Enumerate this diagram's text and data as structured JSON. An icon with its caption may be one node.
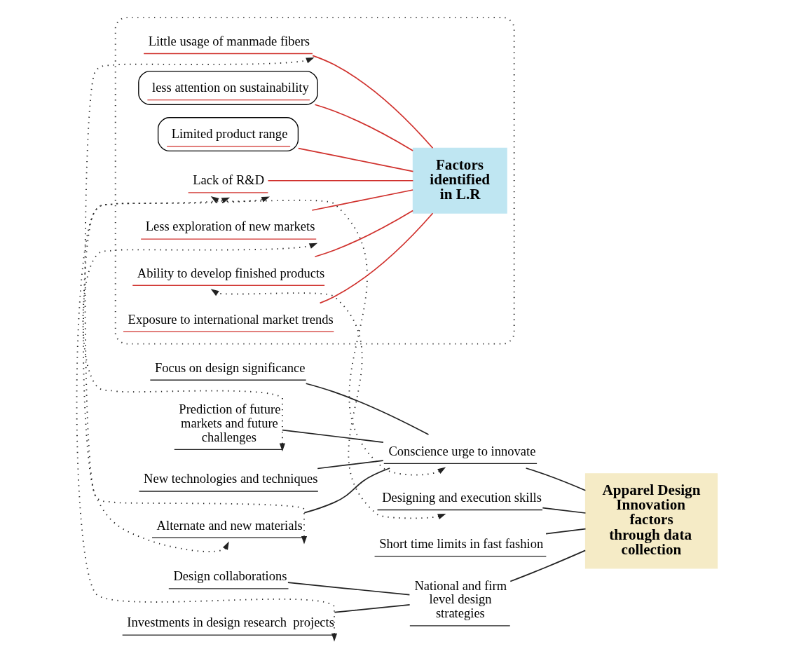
{
  "diagram": {
    "nodes": [
      {
        "text": [
          "Apparel Design Innovation factors through data collection"
        ]
      },
      {
        "text": [
          "Conscience urge to innovate"
        ]
      },
      {
        "text": [
          "Focus on design significance"
        ]
      },
      {
        "text": [
          "Prediction of future markets and future challenges"
        ]
      },
      {
        "text": [
          "New technologies and techniques"
        ]
      },
      {
        "text": [
          "Alternate and new materials"
        ]
      },
      {
        "text": [
          "Short time limits in fast fashion"
        ]
      },
      {
        "text": [
          "National and firm level design strategies"
        ]
      },
      {
        "text": [
          "Design collaborations"
        ]
      },
      {
        "text": [
          "Investments in design research  projects"
        ]
      },
      {
        "text": [
          "Designing and execution skills"
        ]
      },
      {
        "text": [],
        "shape": "box"
      },
      {
        "text": [
          "Factors identified in L.R"
        ],
        "in": 11
      },
      {
        "text": [
          "Little usage of manmade fibers"
        ],
        "in": 11
      },
      {
        "text": [
          "less attention on sustainability"
        ],
        "in": 11
      },
      {
        "text": [
          "Limited product range"
        ],
        "in": 11
      },
      {
        "text": [
          "Lack of R&D"
        ],
        "in": 11
      },
      {
        "text": [
          "Less exploration of new markets"
        ],
        "in": 11
      },
      {
        "text": [
          "Ability to develop finished products"
        ],
        "in": 11
      },
      {
        "text": [
          "Exposure to international market trends"
        ],
        "in": 11
      }
    ],
    "edges": [
      {
        "from": 1,
        "to": 0,
        "arrow": "none"
      },
      {
        "from": 6,
        "to": 0,
        "arrow": "none"
      },
      {
        "from": 7,
        "to": 0,
        "arrow": "none"
      },
      {
        "from": 10,
        "to": 0,
        "arrow": "none"
      },
      {
        "from": 2,
        "to": 1,
        "arrow": "none"
      },
      {
        "from": 3,
        "to": 1,
        "arrow": "none"
      },
      {
        "from": 4,
        "to": 1,
        "arrow": "none"
      },
      {
        "from": 5,
        "to": 1,
        "arrow": "none"
      },
      {
        "from": 8,
        "to": 7,
        "arrow": "none"
      },
      {
        "from": 9,
        "to": 7,
        "arrow": "none"
      },
      {
        "from": 13,
        "to": 12,
        "arrow": "none",
        "color": "#d0312d"
      },
      {
        "from": 14,
        "to": 12,
        "arrow": "none",
        "color": "#d0312d"
      },
      {
        "from": 15,
        "to": 12,
        "arrow": "none",
        "color": "#d0312d"
      },
      {
        "from": 16,
        "to": 12,
        "arrow": "none",
        "color": "#d0312d"
      },
      {
        "from": 17,
        "to": 12,
        "arrow": "none",
        "color": "#d0312d"
      },
      {
        "from": 18,
        "to": 12,
        "arrow": "none",
        "color": "#d0312d"
      },
      {
        "from": 19,
        "to": 12,
        "arrow": "none",
        "color": "#d0312d"
      },
      {
        "from": 3,
        "to": 17,
        "arrow": "both",
        "style": "dashed"
      },
      {
        "from": 1,
        "to": 16,
        "arrow": "both",
        "style": "dashed"
      },
      {
        "from": 5,
        "to": 13,
        "arrow": "both",
        "style": "dashed"
      },
      {
        "from": 5,
        "to": 16,
        "arrow": "both",
        "style": "dashed"
      },
      {
        "from": 9,
        "to": 16,
        "arrow": "both",
        "style": "dashed"
      },
      {
        "from": 10,
        "to": 18,
        "arrow": "both",
        "style": "dashed"
      }
    ]
  }
}
